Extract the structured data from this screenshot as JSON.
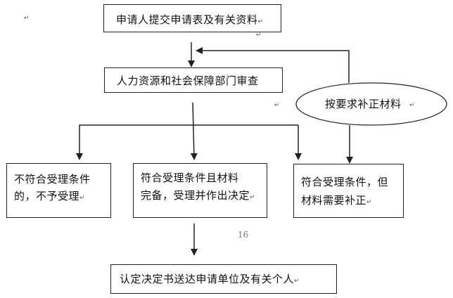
{
  "nodes": {
    "submit": "申请人提交申请表及有关资料",
    "review": "人力资源和社会保障部门审查",
    "supplement": "按要求补正材料",
    "reject_line1": "不符合受理条件",
    "reject_line2": "的，不予受理",
    "accept_line1": "符合受理条件且材料",
    "accept_line2": "完备，受理并作出决定",
    "correct_line1": "符合受理条件，但",
    "correct_line2": "材料需要补正",
    "deliver": "认定决定书送达申请单位及有关个人"
  },
  "page_number": "16",
  "paragraph_mark": "↵",
  "colors": {
    "stroke": "#222222",
    "text": "#111111",
    "page_number": "#777777"
  }
}
